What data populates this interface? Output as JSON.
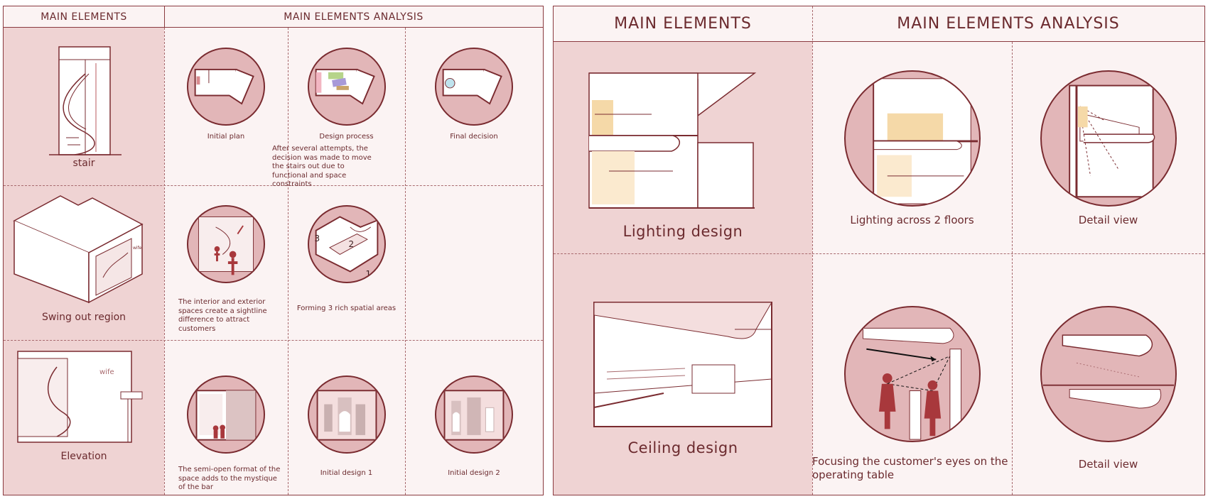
{
  "left_panel": {
    "header_main": "MAIN ELEMENTS",
    "header_analysis": "MAIN ELEMENTS ANALYSIS",
    "rows": [
      {
        "main_label": "stair",
        "analysis": [
          "Initial plan",
          "Design process",
          "Final decision"
        ],
        "process_note": "After several attempts, the decision was made to move the stairs out due to functional and space constraints"
      },
      {
        "main_label": "Swing out region",
        "analysis": [
          "The interior and exterior spaces create a sightline difference to attract customers",
          "Forming 3 rich spatial areas"
        ],
        "area_numbers": [
          "1",
          "2",
          "3"
        ]
      },
      {
        "main_label": "Elevation",
        "analysis": [
          "The semi-open format of the space adds to the mystique of the bar",
          "Initial design 1",
          "Initial design 2"
        ]
      }
    ]
  },
  "right_panel": {
    "header_main": "MAIN ELEMENTS",
    "header_analysis": "MAIN ELEMENTS ANALYSIS",
    "rows": [
      {
        "main_label": "Lighting design",
        "analysis": [
          "Lighting across 2 floors",
          "Detail view"
        ]
      },
      {
        "main_label": "Ceiling design",
        "analysis": [
          "Focusing the customer's eyes on the operating table",
          "Detail view"
        ]
      }
    ]
  },
  "colors": {
    "line": "#7a2b30",
    "fill_light": "#efd3d3",
    "fill_mid": "#e2b6b8",
    "background": "#fbf3f3",
    "figure": "#a8383c"
  }
}
